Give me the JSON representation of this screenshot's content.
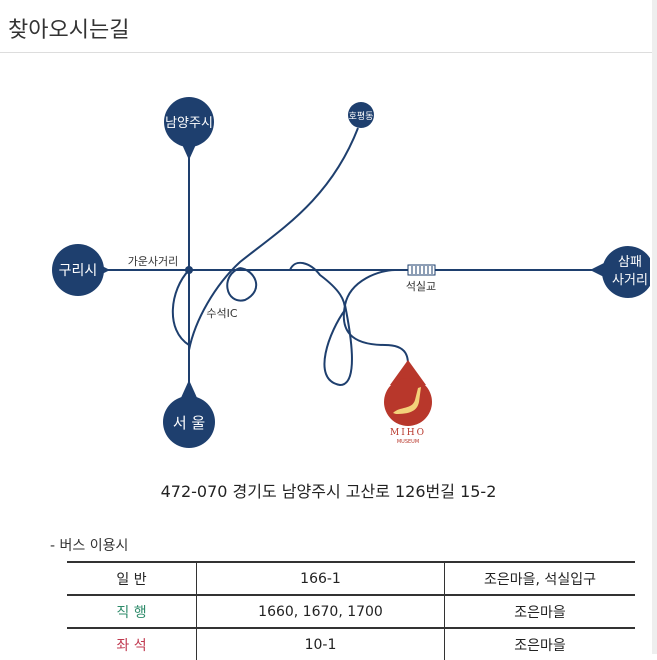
{
  "header": {
    "title": "찾아오시는길"
  },
  "map": {
    "places": {
      "namyangju": "남양주시",
      "hopyeong": "호평동",
      "guri": "구리시",
      "seoul": "서 울",
      "sampae_1": "삼패",
      "sampae_2": "사거리",
      "miho": "MIHO",
      "museum": "MUSEUM"
    },
    "labels": {
      "gaun": "가운사거리",
      "suseok": "수석IC",
      "seoksil": "석실교"
    },
    "colors": {
      "route": "#1e3f6e",
      "museum": "#b8372b"
    }
  },
  "address": "472-070 경기도 남양주시 고산로 126번길 15-2",
  "bus": {
    "title": "- 버스 이용시",
    "rows": [
      {
        "type": "일 반",
        "number": "166-1",
        "stop": "조은마을, 석실입구",
        "color": "#222222"
      },
      {
        "type": "직 행",
        "number": "1660, 1670, 1700",
        "stop": "조은마을",
        "color": "#2e8b6a"
      },
      {
        "type": "좌 석",
        "number": "10-1",
        "stop": "조은마을",
        "color": "#c0394f"
      }
    ]
  }
}
